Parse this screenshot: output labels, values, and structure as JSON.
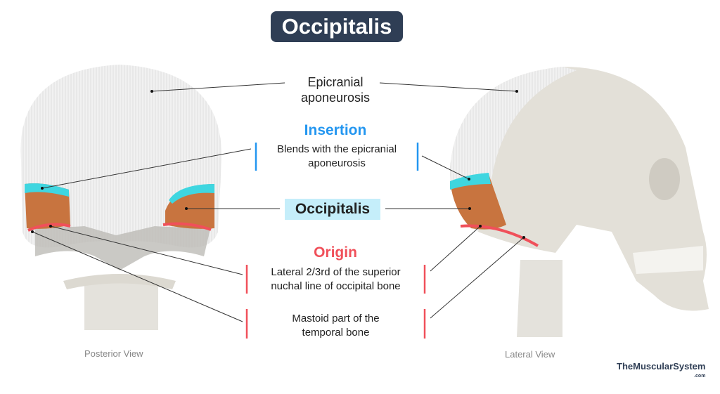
{
  "title": "Occipitalis",
  "labels": {
    "epicranial_line1": "Epicranial",
    "epicranial_line2": "aponeurosis",
    "insertion_heading": "Insertion",
    "insertion_line1": "Blends with the epicranial",
    "insertion_line2": "aponeurosis",
    "muscle_name": "Occipitalis",
    "origin_heading": "Origin",
    "origin1_line1": "Lateral 2/3rd of the superior",
    "origin1_line2": "nuchal line of occipital bone",
    "origin2_line1": "Mastoid part of the",
    "origin2_line2": "temporal bone"
  },
  "views": {
    "posterior": "Posterior View",
    "lateral": "Lateral View"
  },
  "watermark": {
    "name": "TheMuscularSystem",
    "tld": ".com"
  },
  "colors": {
    "title_bg": "#2f3e55",
    "insertion": "#2396f0",
    "origin": "#f0505a",
    "muscle_highlight": "#c5eefa",
    "muscle": "#c8743f",
    "insertion_zone": "#3fd6e0"
  }
}
